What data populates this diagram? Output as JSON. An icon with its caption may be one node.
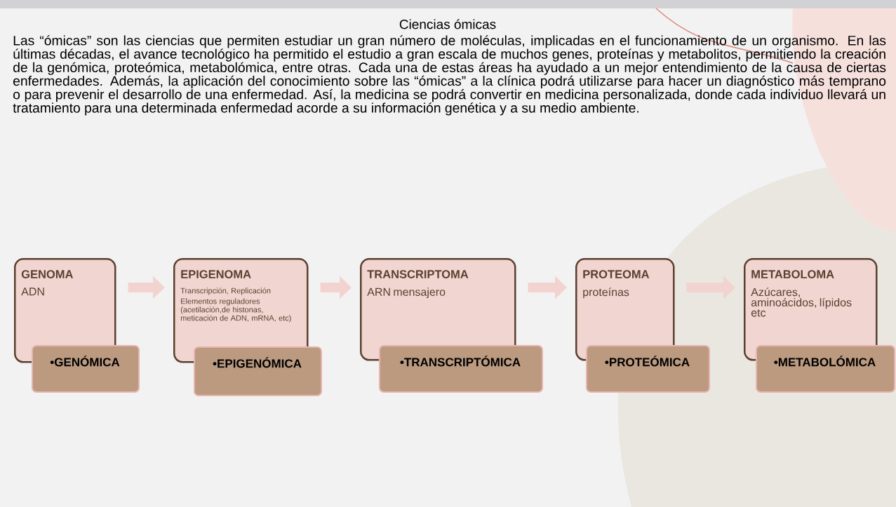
{
  "diagram": {
    "title": "Ciencias ómicas",
    "nodes": [
      {
        "text": [
          "GENOMA",
          "ADN"
        ]
      },
      {
        "text": [
          "EPIGENOMA",
          "Transcripción, Replicación",
          "Elementos reguladores (acetilación,de histonas, meticación de ADN, mRNA, etc)"
        ]
      },
      {
        "text": [
          "TRANSCRIPTOMA",
          "ARN mensajero"
        ]
      },
      {
        "text": [
          "PROTEOMA",
          "proteínas"
        ]
      },
      {
        "text": [
          "METABOLOMA",
          "Azúcares, aminoácidos, lípidos etc"
        ]
      },
      {
        "text": [
          "•GENÓMICA"
        ]
      },
      {
        "text": [
          "•EPIGENÓMICA"
        ]
      },
      {
        "text": [
          "•TRANSCRIPTÓMICA"
        ]
      },
      {
        "text": [
          "•PROTEÓMICA"
        ]
      },
      {
        "text": [
          "•METABOLÓMICA"
        ]
      }
    ],
    "edges": [
      {
        "from": 0,
        "to": 1,
        "arrow": "to"
      },
      {
        "from": 1,
        "to": 2,
        "arrow": "to"
      },
      {
        "from": 2,
        "to": 3,
        "arrow": "to"
      },
      {
        "from": 3,
        "to": 4,
        "arrow": "to"
      }
    ],
    "labels": [
      "Las “ómicas” son las ciencias que permiten estudiar un gran número de moléculas, implicadas en el funcionamiento de un organismo. En las últimas décadas, el avance tecnológico ha permitido el estudio a gran escala de muchos genes, proteínas y metabolitos, permitiendo la creación de la genómica, proteómica, metabolómica, entre otras. Cada una de estas áreas ha ayudado a un mejor entendimiento de la causa de ciertas enfermedades. Además, la aplicación del conocimiento sobre las “ómicas” a la clínica podrá utilizarse para hacer un diagnóstico más temprano o para prevenir el desarrollo de una enfermedad. Así, la medicina se podrá convertir en medicina personalizada, donde cada individuo llevará un tratamiento para una determinada enfermedad acorde a su información genética y a su medio ambiente."
    ]
  }
}
